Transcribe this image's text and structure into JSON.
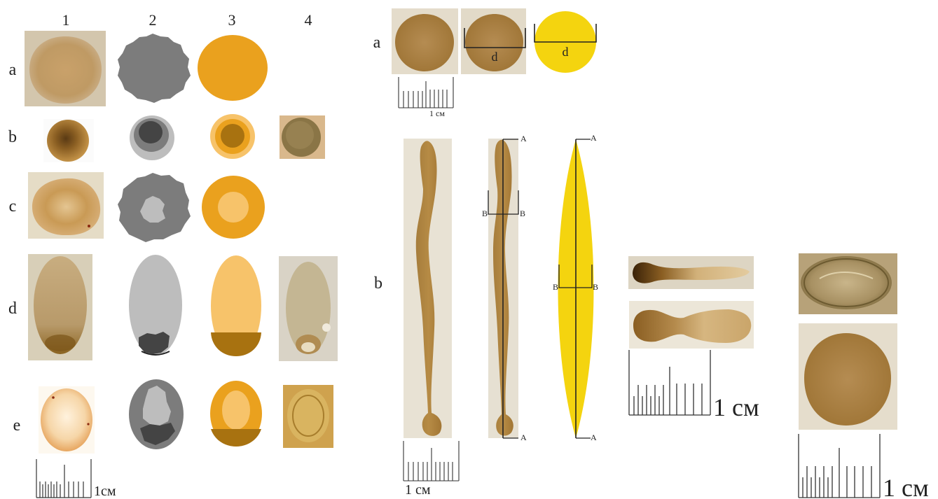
{
  "left_panel": {
    "column_headers": [
      "1",
      "2",
      "3",
      "4"
    ],
    "row_labels": [
      "a",
      "b",
      "c",
      "d",
      "e"
    ],
    "scale_label": "1см"
  },
  "middle_panel": {
    "row_labels": [
      "a",
      "b"
    ],
    "diameter_label": "d",
    "small_scale_label": "1 см",
    "bottom_scale_label": "1 см",
    "axis_point_a": "A",
    "axis_point_b": "B"
  },
  "right_panel": {
    "scale_label_1": "1 см",
    "scale_label_2": "1 см"
  },
  "colors": {
    "photo_stain": "#b08a4a",
    "photo_bg": "#ddd6c6",
    "gray_dark": "#444444",
    "gray_mid": "#7c7c7c",
    "gray_light": "#bdbdbd",
    "orange": "#eaa11e",
    "orange_light": "#f7c36a",
    "brown": "#a87210",
    "yellow": "#f4d40f"
  }
}
